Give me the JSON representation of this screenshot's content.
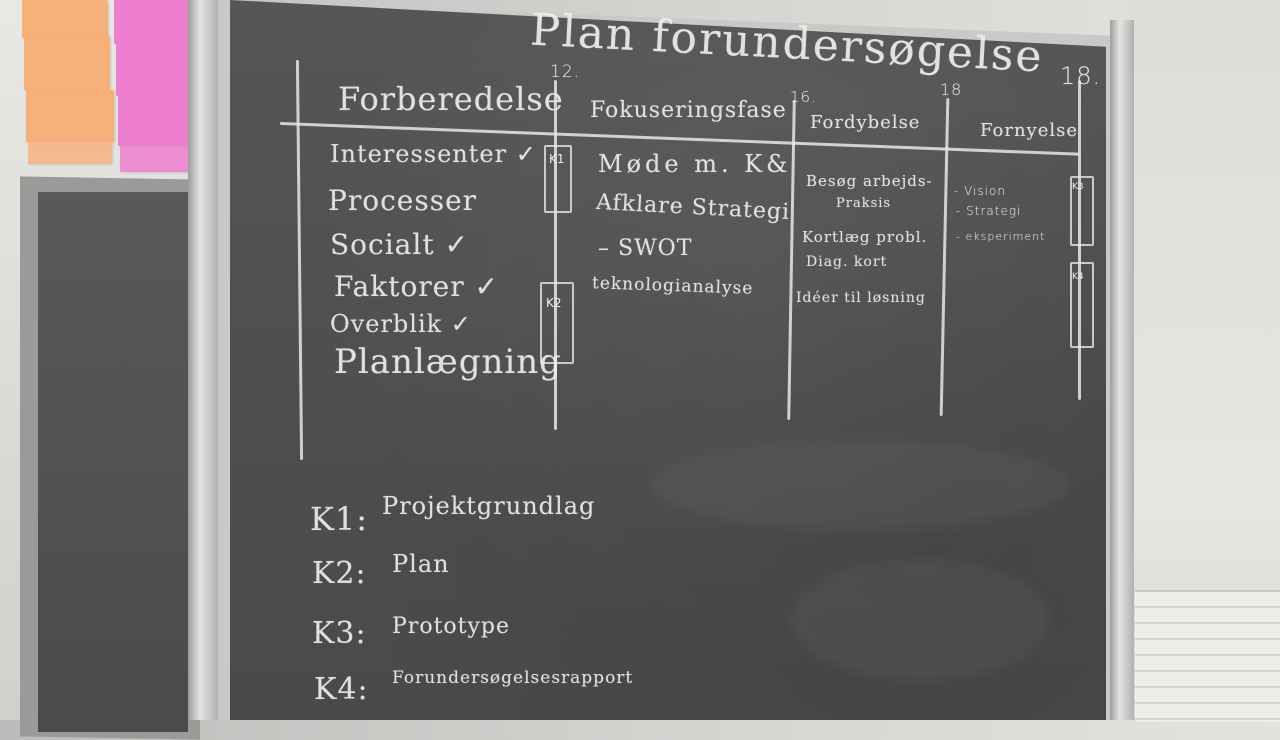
{
  "board": {
    "title": "Plan forundersøgelse",
    "numbers": {
      "n12": "12.",
      "n16": "16.",
      "n18a": "18",
      "n18b": "18."
    },
    "columns": {
      "col1": "Forberedelse",
      "col2": "Fokuseringsfase",
      "col3": "Fordybelse",
      "col4": "Fornyelse"
    },
    "col1_items": [
      "Interessenter ✓",
      "Processer",
      "Socialt ✓",
      "Faktorer ✓",
      "Overblik ✓",
      "Planlægning"
    ],
    "col2_items": [
      "Møde m. K&",
      "Afklare Strategi",
      "– SWOT",
      "teknologianalyse"
    ],
    "col3_items": [
      "Besøg arbejds-",
      "Praksis",
      "Kortlæg probl.",
      "Diag. kort",
      "Idéer til løsning"
    ],
    "col4_items": [
      "- Vision",
      "- Strategi",
      "- eksperiment"
    ],
    "milestone_boxes": {
      "k1": "K1",
      "k2": "K2",
      "k3": "K3",
      "k4": "K4"
    },
    "legend": [
      {
        "key": "K1:",
        "text": "Projektgrundlag"
      },
      {
        "key": "K2:",
        "text": "Plan"
      },
      {
        "key": "K3:",
        "text": "Prototype"
      },
      {
        "key": "K4:",
        "text": "Forundersøgelsesrapport"
      }
    ]
  },
  "colors": {
    "chalkboard": "#4f5152",
    "chalk": "#eceee8",
    "sticky_orange": "#f6b07a",
    "sticky_pink": "#ee7fd0"
  }
}
